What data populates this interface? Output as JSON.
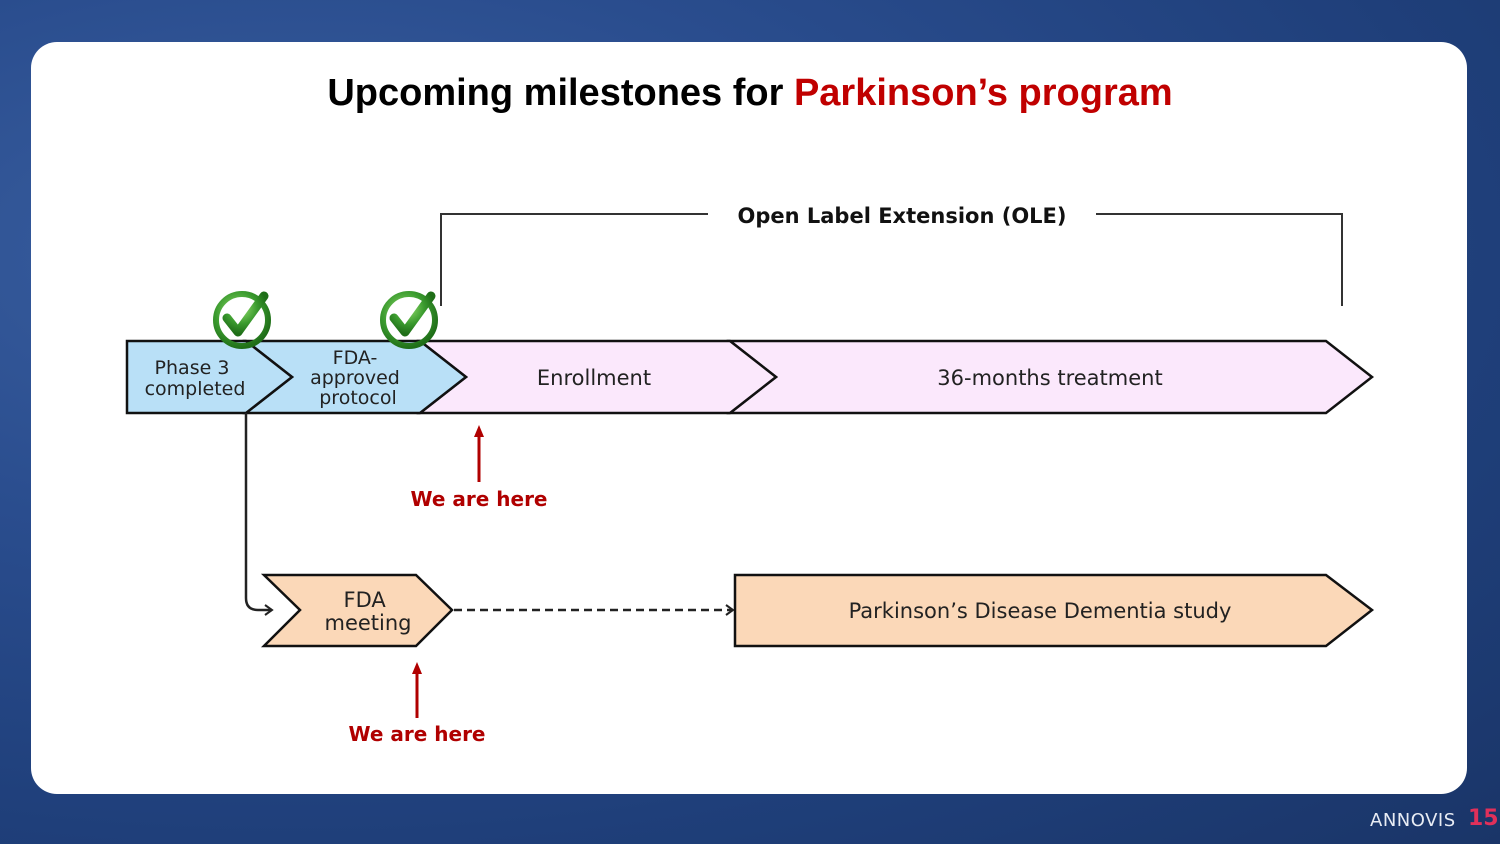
{
  "title": {
    "prefix": "Upcoming milestones for ",
    "highlight": "Parkinson’s program"
  },
  "ole_label": "Open Label Extension (OLE)",
  "top_track": [
    {
      "id": "phase3",
      "lines": [
        "Phase 3",
        "completed"
      ],
      "completed": true
    },
    {
      "id": "fda_protocol",
      "lines": [
        "FDA-",
        "approved",
        "protocol"
      ],
      "completed": true
    },
    {
      "id": "enrollment",
      "lines": [
        "Enrollment"
      ],
      "completed": false
    },
    {
      "id": "treatment",
      "lines": [
        "36-months treatment"
      ],
      "completed": false
    }
  ],
  "bottom_track": [
    {
      "id": "fda_meeting",
      "lines": [
        "FDA",
        "meeting"
      ]
    },
    {
      "id": "pdd_study",
      "lines": [
        "Parkinson’s Disease Dementia study"
      ]
    }
  ],
  "markers": {
    "top": "We are here",
    "bottom": "We are here"
  },
  "colors": {
    "completed_fill": "#b9e0f7",
    "upcoming_fill": "#fbe8fc",
    "bottom_fill": "#fbd8b8",
    "accent_red": "#b00000",
    "check_green": "#3a9a2e"
  },
  "footer": {
    "brand": "ANNOVIS",
    "page": "15"
  }
}
